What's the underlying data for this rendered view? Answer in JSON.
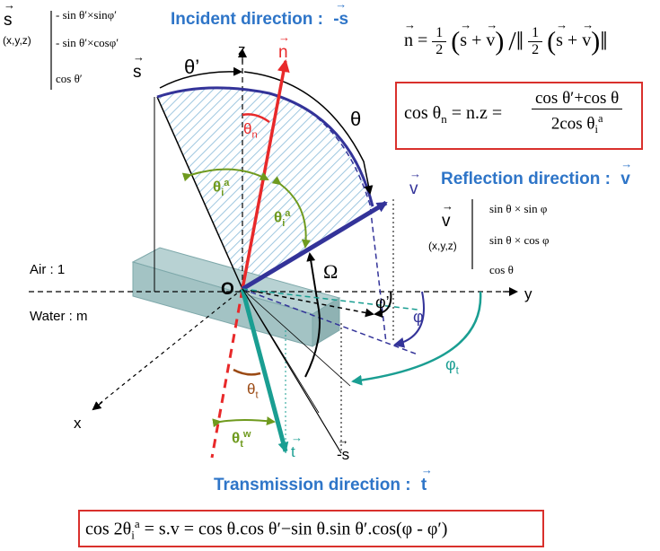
{
  "title_incident": "Incident direction :",
  "incident_vec": "-s",
  "reflection_label": "Reflection direction :",
  "reflection_vec": "v",
  "transmission_label": "Transmission direction :",
  "transmission_vec": "t",
  "normal_formula": {
    "lhs": "n",
    "half": "1",
    "two": "2",
    "s": "s",
    "v": "v"
  },
  "cos_theta_n": {
    "lhs": "cos θ",
    "sub": "n",
    "mid": "= n.z =",
    "num": "cos θ′+cos θ",
    "den_pre": "2cos θ",
    "den_sub": "i",
    "den_sup": "a"
  },
  "bottom_formula": "cos 2θ",
  "bottom_formula_sub": "i",
  "bottom_formula_sup": "a",
  "bottom_formula_rest": " = s.v = cos θ.cos θ′−sin θ.sin θ′.cos(φ - φ′)",
  "s_box": {
    "label": "s",
    "coords": "(x,y,z)",
    "rows": [
      "- sin θ′×sinφ′",
      "- sin θ′×cosφ′",
      "cos θ′"
    ]
  },
  "v_box": {
    "label": "v",
    "coords": "(x,y,z)",
    "rows": [
      "sin θ × sin φ",
      "sin θ × cos φ",
      "cos θ"
    ]
  },
  "axes": {
    "z": "z",
    "y": "y",
    "x": "x",
    "origin": "O"
  },
  "media": {
    "air": "Air : 1",
    "water": "Water : m"
  },
  "angles": {
    "theta_prime": "θ’",
    "theta": "θ",
    "theta_n": "θ",
    "theta_n_sub": "n",
    "theta_i": "θ",
    "theta_i_sub": "i",
    "theta_i_sup": "a",
    "omega": "Ω",
    "phi": "φ",
    "phi_prime": "φ’",
    "phi_t": "φ",
    "phi_t_sub": "t",
    "theta_t": "θ",
    "theta_t_sub": "t",
    "theta_tw": "θ",
    "theta_tw_sub": "t",
    "theta_tw_sup": "w"
  },
  "vec_labels": {
    "s_arrow": "s",
    "n_arrow": "n",
    "v_arrow": "v",
    "t_arrow": "t",
    "minus_s": "-s"
  },
  "colors": {
    "blue": "#2e75c8",
    "red": "#e8292a",
    "navy": "#333399",
    "green": "#6f9a1e",
    "teal": "#1a9e92",
    "brown": "#9b4a14",
    "slab": "#a3c3c4"
  }
}
